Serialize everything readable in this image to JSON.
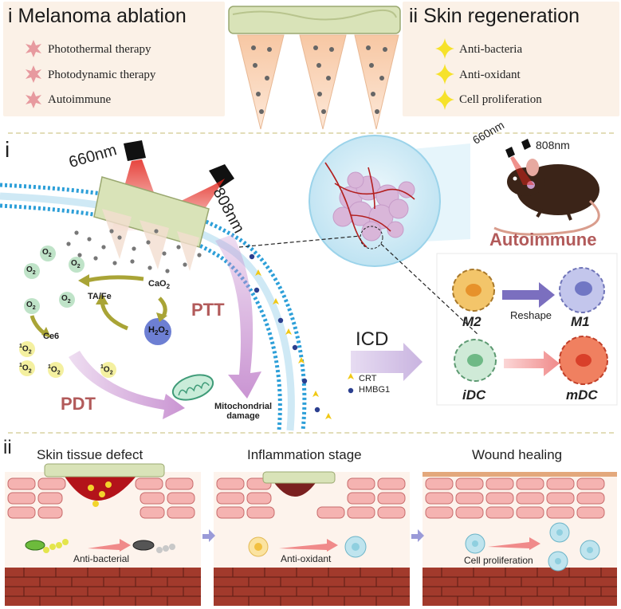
{
  "top": {
    "left_panel": {
      "numeral": "i",
      "title": "Melanoma ablation",
      "items": [
        "Photothermal therapy",
        "Photodynamic therapy",
        "Autoimmune"
      ],
      "item_icon": "pink-star-burst-icon"
    },
    "right_panel": {
      "numeral": "ii",
      "title": "Skin regeneration",
      "items": [
        "Anti-bacteria",
        "Anti-oxidant",
        "Cell proliferation"
      ],
      "item_icon": "yellow-sparkle-icon"
    }
  },
  "section_i": {
    "numeral": "i",
    "laser_660": "660nm",
    "laser_808": "808nm",
    "mouse_660": "660nm",
    "mouse_808": "808nm",
    "o2": "O",
    "o2_sub": "2",
    "singlet": "O",
    "singlet_sup": "1",
    "singlet_sub": "2",
    "ta_fe": "TA/Fe",
    "cao2": "CaO",
    "cao2_sub": "2",
    "h2o2_h": "H",
    "h2o2_sub1": "2",
    "h2o2_o": "O",
    "h2o2_sub2": "2",
    "ce6": "Ce6",
    "ptt": "PTT",
    "pdt": "PDT",
    "mito": "Mitochondrial damage",
    "icd": "ICD",
    "legend": [
      "CRT",
      "HMBG1"
    ],
    "autoimmune": "Autoimmune",
    "m2": "M2",
    "m1": "M1",
    "reshape": "Reshape",
    "idc": "iDC",
    "mdc": "mDC"
  },
  "section_ii": {
    "numeral": "ii",
    "stages": [
      {
        "title": "Skin tissue defect",
        "label": "Anti-bacterial"
      },
      {
        "title": "Inflammation stage",
        "label": "Anti-oxidant"
      },
      {
        "title": "Wound healing",
        "label": "Cell proliferation"
      }
    ]
  },
  "colors": {
    "title_red": "#b25a5a",
    "laser_red": "#e2231a",
    "membrane_blue": "#2d9fd8",
    "o2_green": "#bfe3c8",
    "singlet_yellow": "#f4f0a0",
    "h2o2_blue": "#6d7fd3",
    "ptt_purple": "#c78fd0",
    "icd_purple": "#c9b4e0",
    "panel_bg": "#fbf1e7"
  }
}
